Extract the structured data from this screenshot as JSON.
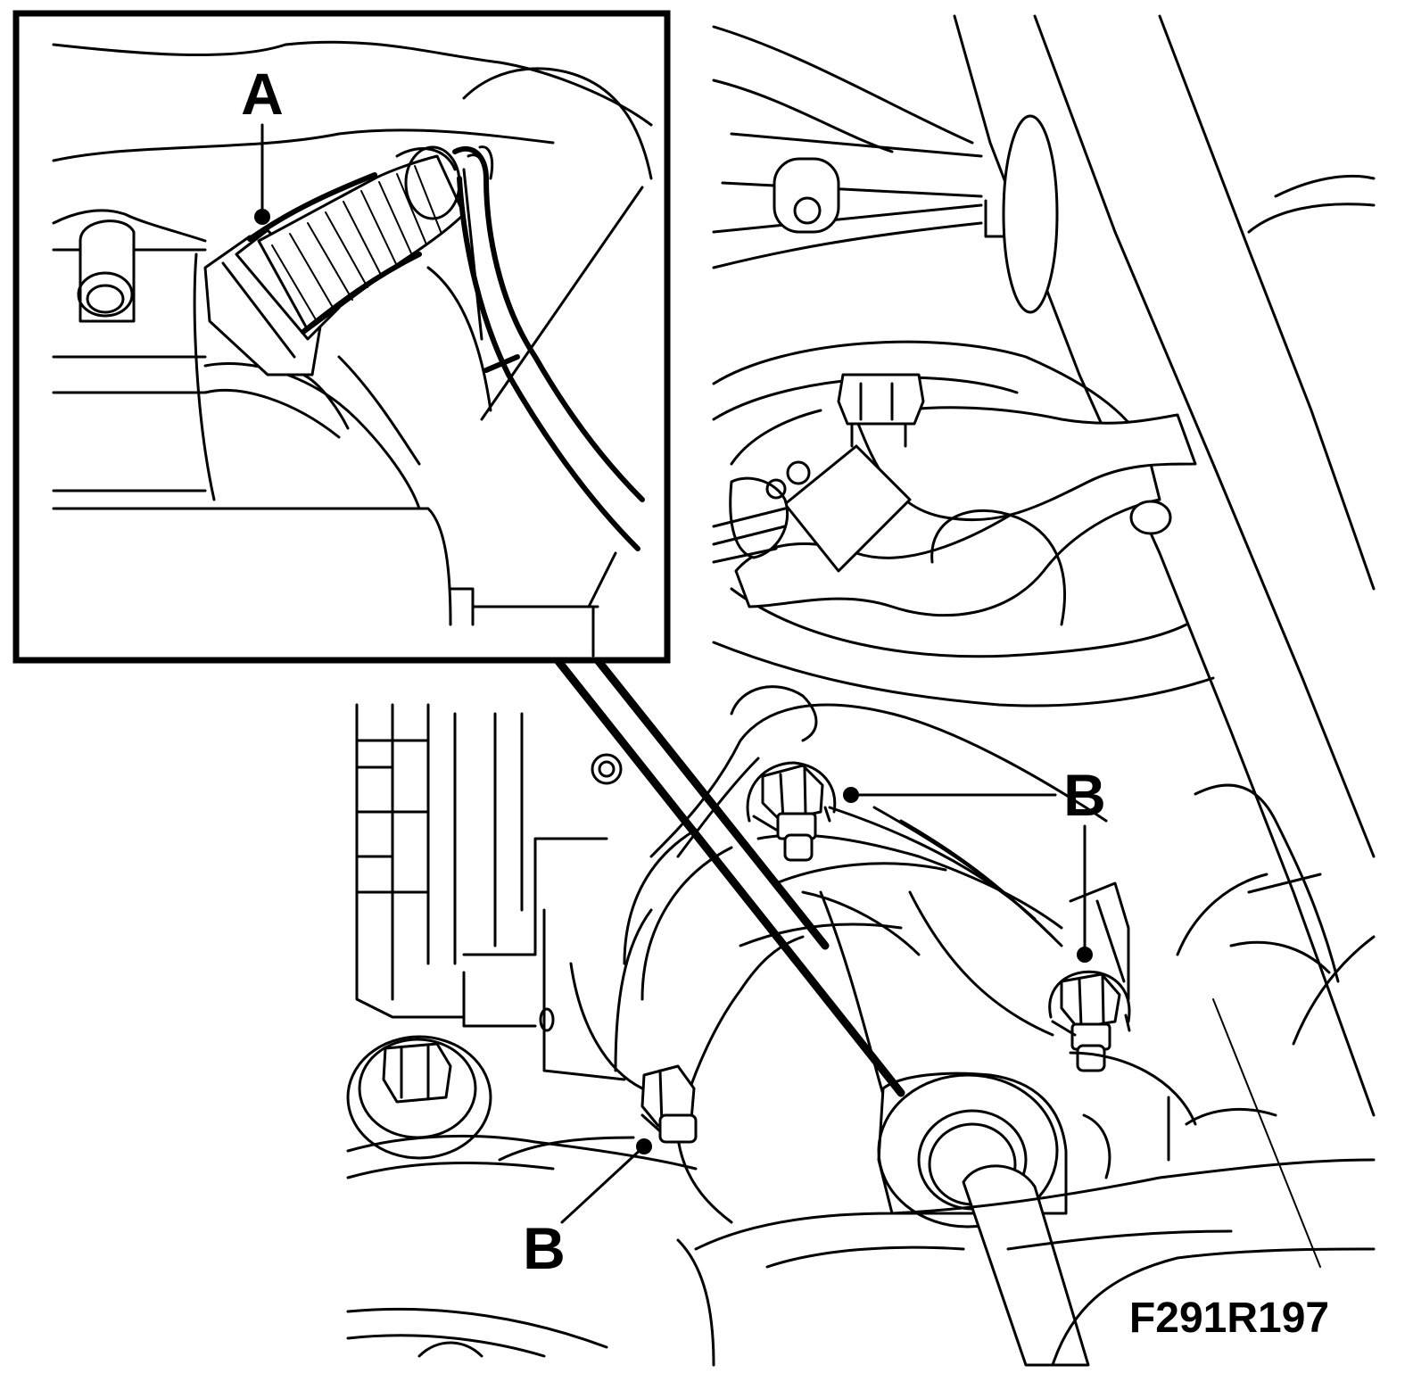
{
  "callouts": {
    "a": "A",
    "b_upper": "B",
    "b_lower": "B"
  },
  "figure_code": "F291R197"
}
